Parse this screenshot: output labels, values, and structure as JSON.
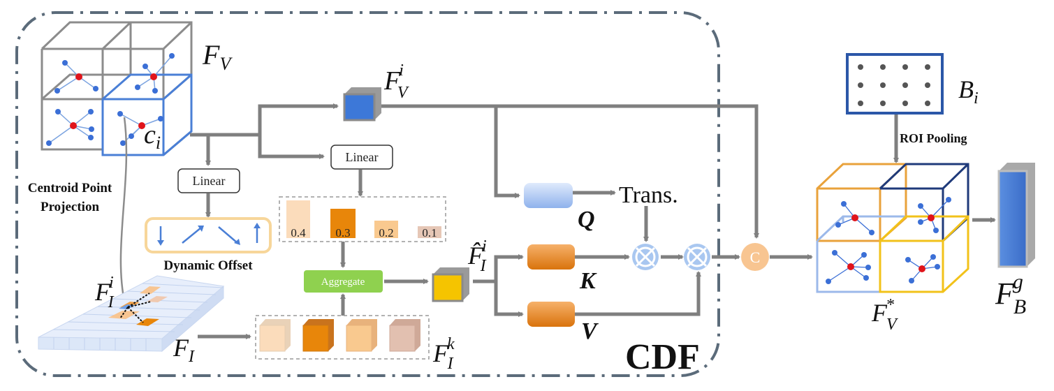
{
  "labels": {
    "centroid_projection_line1": "Centroid Point",
    "centroid_projection_line2": "Projection",
    "linear_left": "Linear",
    "linear_mid": "Linear",
    "dynamic_offset": "Dynamic Offset",
    "aggregate": "Aggregate",
    "roi_pooling": "ROI Pooling",
    "trans": "Trans.",
    "cdf": "CDF",
    "concat": "C",
    "multiply_symbol": "⊗"
  },
  "math": {
    "F": "F",
    "V": "V",
    "I": "I",
    "B": "B",
    "c": "c",
    "i": "i",
    "k": "k",
    "g": "g",
    "star": "*",
    "F_hat": "F̂",
    "Q": "Q",
    "K": "K",
    "V_attn": "V"
  },
  "weights": [
    "0.4",
    "0.3",
    "0.2",
    "0.1"
  ],
  "colors": {
    "arrow": "#7f7f7f",
    "voxel_blue": "#4a7fd6",
    "point_blue": "#3b6fd6",
    "centroid_red": "#e0141b",
    "orange_dark": "#e8860a",
    "orange_mid": "#f7c38f",
    "orange_light": "#fbe1c4",
    "tan": "#e2c0b0",
    "yellow_cube": "#f5c400",
    "aggregate_green": "#8fd14f",
    "q_blue": "#aac6f3",
    "mult_blue": "#a9c7f0",
    "concat_orange": "#f8c591",
    "offset_border": "#f7d69a",
    "box_dark_blue": "#2b57a8",
    "box_navy": "#1f3a7a",
    "box_orange": "#e9a23b",
    "box_yellow": "#f2c21a",
    "box_light_blue": "#9cb9ea"
  }
}
